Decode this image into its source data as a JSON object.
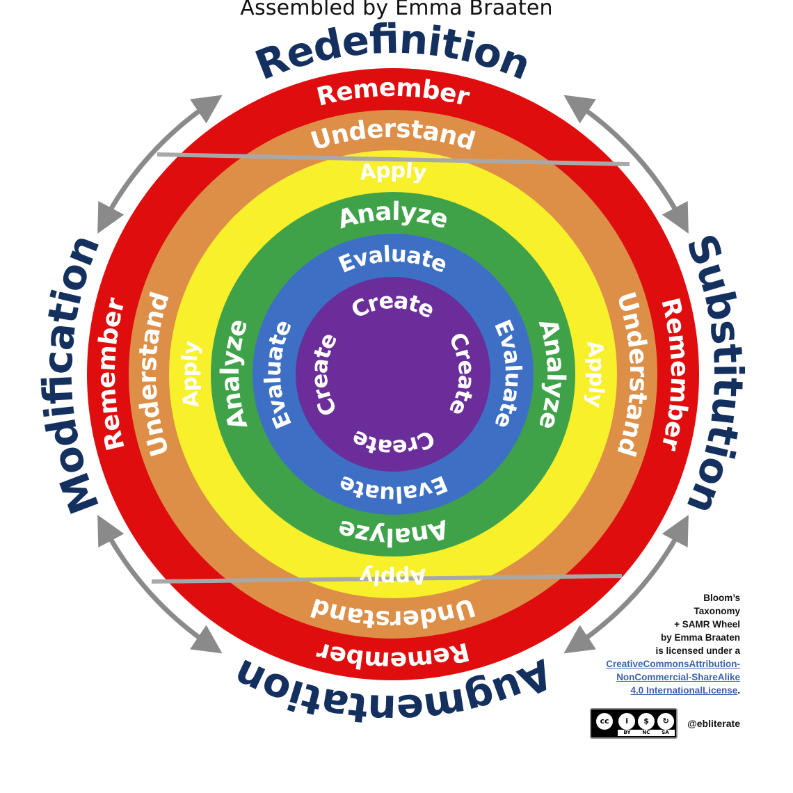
{
  "header": {
    "title": "Assembled by Emma Braaten"
  },
  "bloom_levels": [
    {
      "name": "Remember",
      "color": "#df0d0d"
    },
    {
      "name": "Understand",
      "color": "#dd8f47"
    },
    {
      "name": "Apply",
      "color": "#f8f02a"
    },
    {
      "name": "Analyze",
      "color": "#3fa249"
    },
    {
      "name": "Evaluate",
      "color": "#3d70c4"
    },
    {
      "name": "Create",
      "color": "#6a2d9a"
    }
  ],
  "samr": {
    "top": "Redefinition",
    "right": "Substitution",
    "bottom": "Augmentation",
    "left": "Modification"
  },
  "colors": {
    "samr_text": "#14305e",
    "arrow": "#8a8a8a",
    "divider": "#a8a8a8",
    "link": "#3a63ad"
  },
  "license": {
    "line1": "Bloom’s",
    "line2": "Taxonomy",
    "line3": "+ SAMR Wheel",
    "line4": "by Emma Braaten",
    "line5": "is licensed under a",
    "link1": "CreativeCommonsAttribution-",
    "link2": "NonCommercial-ShareAlike",
    "link3": "4.0 InternationalLicense",
    "period": ".",
    "handle": "@ebliterate",
    "badge": {
      "cc": "cc",
      "by": "BY",
      "nc": "NC",
      "sa": "SA"
    }
  }
}
